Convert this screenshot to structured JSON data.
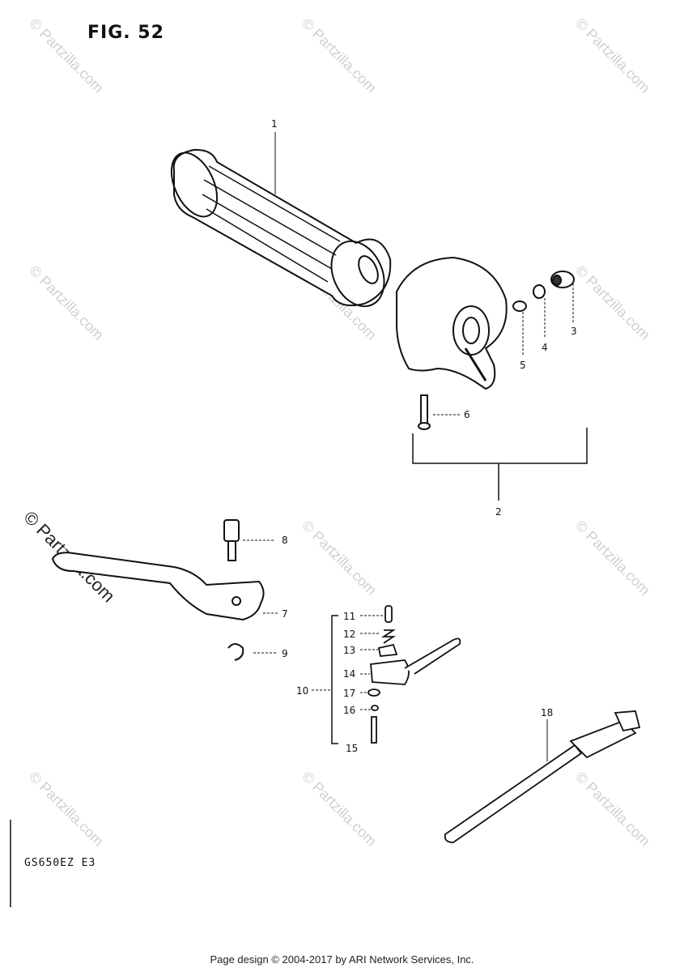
{
  "figure": {
    "title": "FIG. 52",
    "model_code": "GS650EZ  E3"
  },
  "parts": [
    {
      "ref": "1"
    },
    {
      "ref": "2"
    },
    {
      "ref": "3"
    },
    {
      "ref": "4"
    },
    {
      "ref": "5"
    },
    {
      "ref": "6"
    },
    {
      "ref": "7"
    },
    {
      "ref": "8"
    },
    {
      "ref": "9"
    },
    {
      "ref": "10"
    },
    {
      "ref": "11"
    },
    {
      "ref": "12"
    },
    {
      "ref": "13"
    },
    {
      "ref": "14"
    },
    {
      "ref": "15"
    },
    {
      "ref": "16"
    },
    {
      "ref": "17"
    },
    {
      "ref": "18"
    }
  ],
  "watermark": {
    "text": "© Partzilla.com"
  },
  "footer": {
    "text": "Page design © 2004-2017 by ARI Network Services, Inc."
  }
}
